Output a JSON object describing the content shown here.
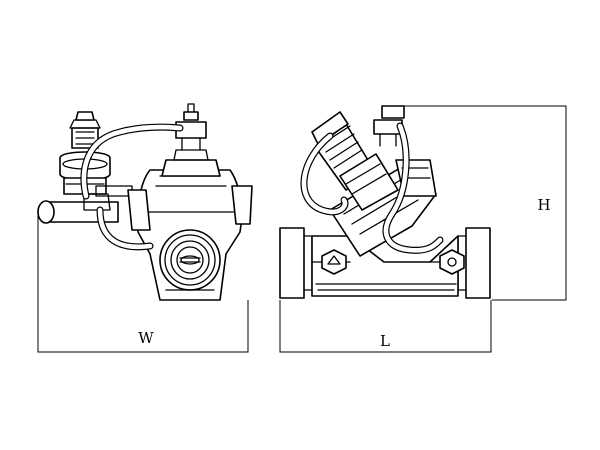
{
  "diagram": {
    "labels": {
      "width": "W",
      "length": "L",
      "height": "H"
    },
    "colors": {
      "line": "#000000",
      "background": "#ffffff"
    }
  }
}
